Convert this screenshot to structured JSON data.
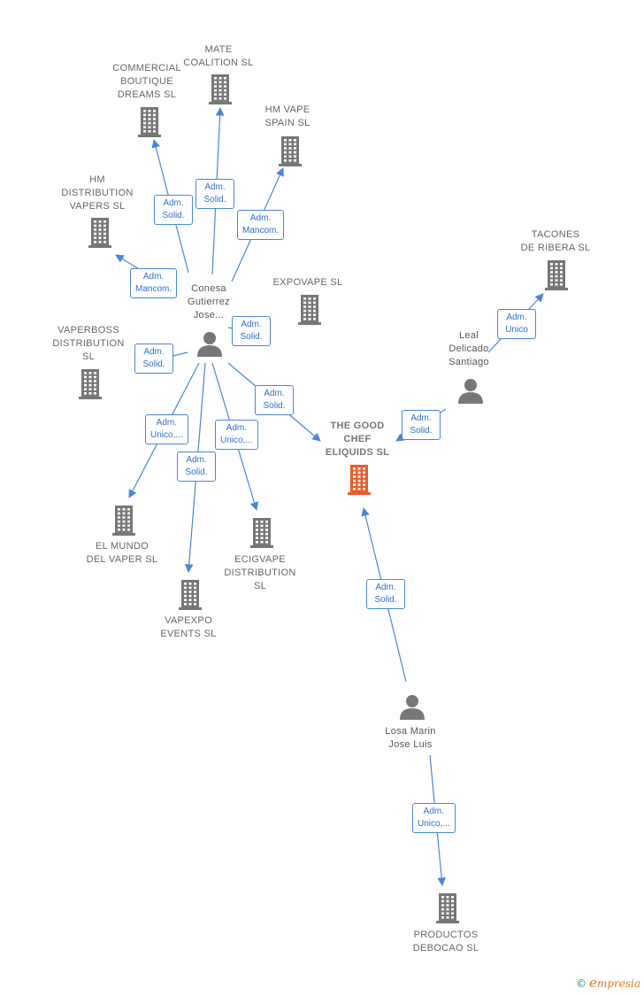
{
  "colors": {
    "edge": "#4a86d8",
    "building": "#777777",
    "focus": "#f05a28",
    "person": "#777777"
  },
  "watermark": {
    "symbol": "©",
    "text": "mpresia",
    "icon": "empresia-logo"
  },
  "nodes": [
    {
      "id": "mate",
      "type": "company",
      "label": "MATE\nCOALITION  SL"
    },
    {
      "id": "commercial",
      "type": "company",
      "label": "COMMERCIAL\nBOUTIQUE\nDREAMS  SL"
    },
    {
      "id": "hmvape",
      "type": "company",
      "label": "HM VAPE\nSPAIN  SL"
    },
    {
      "id": "hmdist",
      "type": "company",
      "label": "HM\nDISTRIBUTION\nVAPERS  SL"
    },
    {
      "id": "tacones",
      "type": "company",
      "label": "TACONES\nDE RIBERA SL"
    },
    {
      "id": "expovape",
      "type": "company",
      "label": "EXPOVAPE  SL"
    },
    {
      "id": "conesa",
      "type": "person",
      "label": "Conesa\nGutierrez\nJose..."
    },
    {
      "id": "leal",
      "type": "person",
      "label": "Leal\nDelicado\nSantiago"
    },
    {
      "id": "vaperboss",
      "type": "company",
      "label": "VAPERBOSS\nDISTRIBUTION\nSL"
    },
    {
      "id": "goodchef",
      "type": "focus",
      "label": "THE GOOD\nCHEF\nELIQUIDS  SL"
    },
    {
      "id": "elmundo",
      "type": "company",
      "label": "EL MUNDO\nDEL VAPER  SL"
    },
    {
      "id": "ecigvape",
      "type": "company",
      "label": "ECIGVAPE\nDISTRIBUTION\nSL"
    },
    {
      "id": "vapexpo",
      "type": "company",
      "label": "VAPEXPO\nEVENTS  SL"
    },
    {
      "id": "losa",
      "type": "person",
      "label": "Losa Marin\nJose Luis"
    },
    {
      "id": "productos",
      "type": "company",
      "label": "PRODUCTOS\nDEBOCAO  SL"
    }
  ],
  "edges": [
    {
      "from": "conesa",
      "to": "commercial",
      "label": "Adm.\nSolid."
    },
    {
      "from": "conesa",
      "to": "mate",
      "label": "Adm.\nSolid."
    },
    {
      "from": "conesa",
      "to": "hmvape",
      "label": "Adm.\nMancom."
    },
    {
      "from": "conesa",
      "to": "hmdist",
      "label": "Adm.\nMancom."
    },
    {
      "from": "conesa",
      "to": "expovape",
      "label": "Adm.\nSolid."
    },
    {
      "from": "conesa",
      "to": "vaperboss",
      "label": "Adm.\nSolid."
    },
    {
      "from": "conesa",
      "to": "goodchef",
      "label": "Adm.\nSolid."
    },
    {
      "from": "conesa",
      "to": "elmundo",
      "label": "Adm.\nUnico,..."
    },
    {
      "from": "conesa",
      "to": "ecigvape",
      "label": "Adm.\nUnico,..."
    },
    {
      "from": "conesa",
      "to": "vapexpo",
      "label": "Adm.\nSolid."
    },
    {
      "from": "leal",
      "to": "tacones",
      "label": "Adm.\nUnico"
    },
    {
      "from": "leal",
      "to": "goodchef",
      "label": "Adm.\nSolid."
    },
    {
      "from": "losa",
      "to": "goodchef",
      "label": "Adm.\nSolid."
    },
    {
      "from": "losa",
      "to": "productos",
      "label": "Adm.\nUnico,..."
    }
  ]
}
